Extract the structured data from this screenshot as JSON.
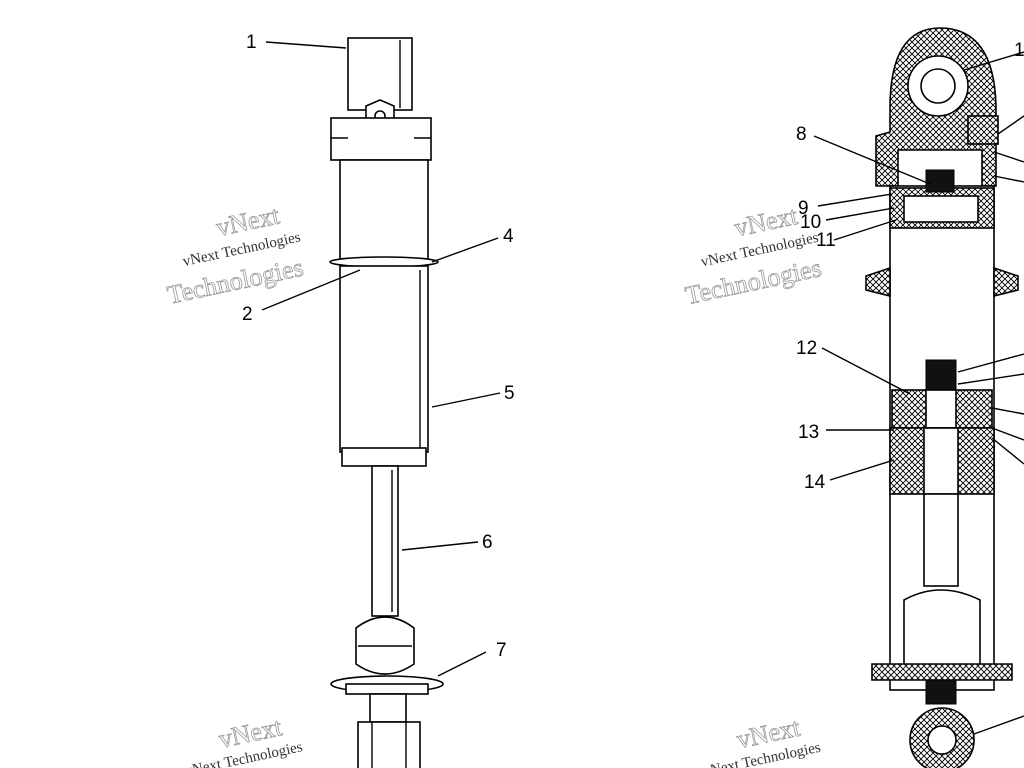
{
  "watermark": {
    "line_small": "vNext Technologies",
    "outline_top": "vNext",
    "outline_bottom": "Technologies"
  },
  "callouts": {
    "c1": "1",
    "c2": "2",
    "c4": "4",
    "c5": "5",
    "c6": "6",
    "c7": "7",
    "c8": "8",
    "c9": "9",
    "c10": "10",
    "c11": "11",
    "c12": "12",
    "c13": "13",
    "c14": "14",
    "c1r": "1"
  }
}
